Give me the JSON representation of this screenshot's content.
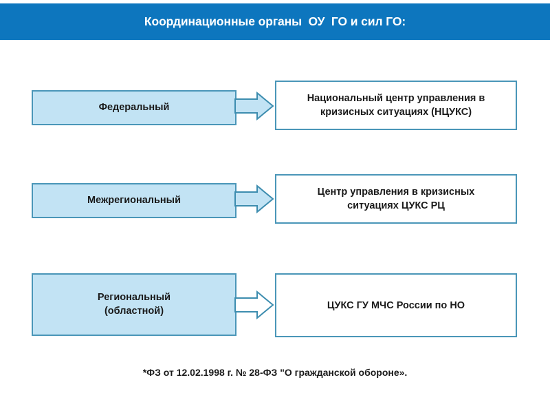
{
  "header": {
    "title": "Координационные органы  ОУ  ГО и сил ГО:",
    "background_color": "#0d76be",
    "text_color": "#ffffff"
  },
  "theme": {
    "level_box_fill": "#c2e3f4",
    "box_border_color": "#4a96b8",
    "org_box_fill": "#ffffff",
    "text_color": "#1a1a1a",
    "page_background": "#ffffff"
  },
  "rows": [
    {
      "level_label_line1": "Федеральный",
      "level_label_line2": "",
      "arrow_icon": "arrow-right-icon",
      "org_line1": "Национальный центр управления в",
      "org_line2": "кризисных ситуациях (НЦУКС)"
    },
    {
      "level_label_line1": "Межрегиональный",
      "level_label_line2": "",
      "arrow_icon": "arrow-right-icon",
      "org_line1": "Центр управления в кризисных",
      "org_line2": "ситуациях ЦУКС РЦ"
    },
    {
      "level_label_line1": "Региональный",
      "level_label_line2": "(областной)",
      "arrow_icon": "arrow-right-icon",
      "org_line1": "ЦУКС ГУ МЧС России по НО",
      "org_line2": ""
    }
  ],
  "footnote": {
    "text": "*ФЗ от 12.02.1998 г. № 28-ФЗ \"О гражданской обороне»."
  }
}
